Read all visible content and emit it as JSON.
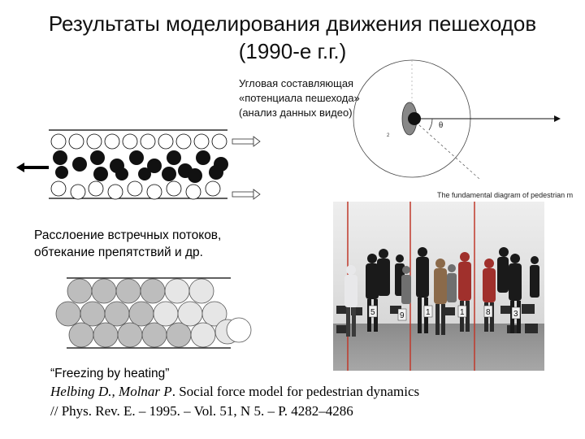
{
  "slide": {
    "title_line1": "Результаты моделирования движения пешеходов",
    "title_line2": "(1990-е г.г.)",
    "angular_label": [
      "Угловая составляющая",
      "«потенциала пешехода»",
      "(анализ данных видео)"
    ],
    "theta_symbol": "θ",
    "lane_label": [
      "Расслоение встречных потоков,",
      "обтекание препятствий и др."
    ],
    "freezing_label": "“Freezing by heating”",
    "reference": {
      "authors": "Helbing D., Molnar P",
      "title_text": ". Social force model for pedestrian dynamics",
      "line2": "// Phys. Rev. E. – 1995. – Vol. 51, N 5. – P. 4282–4286"
    },
    "photo_caption": "The fundamental diagram of pedestrian m",
    "photo_numbers": [
      "5",
      "9",
      "1",
      "1",
      "8",
      "3"
    ]
  },
  "colors": {
    "dark_disc": "#111111",
    "light_disc": "#ffffff",
    "gray_disc": "#bdbdbd",
    "light_gray_disc": "#e6e6e6",
    "red_line": "#c0392b"
  }
}
